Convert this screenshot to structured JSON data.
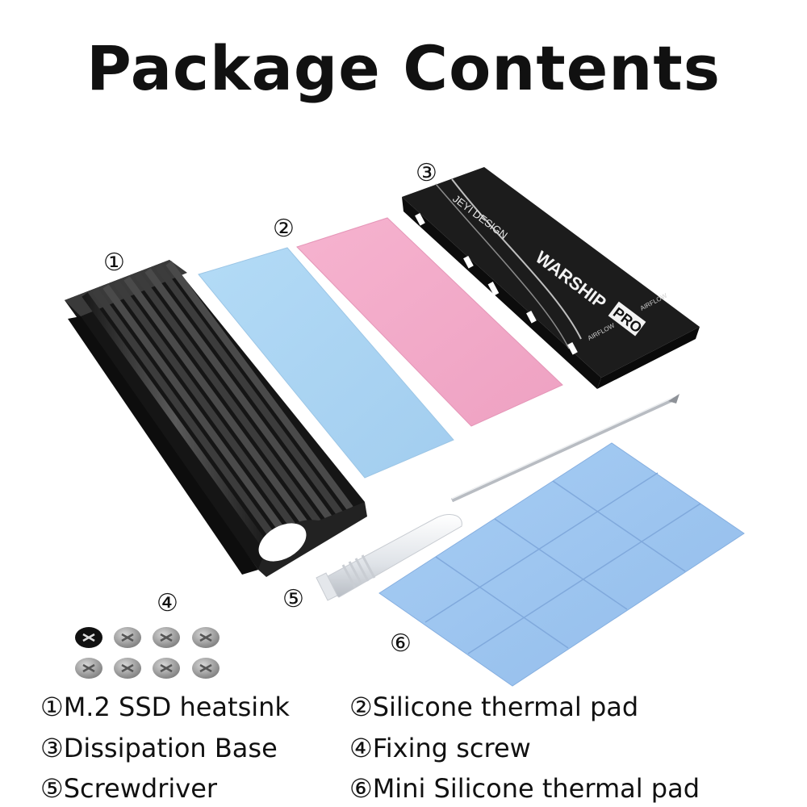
{
  "title": "Package Contents",
  "markers": {
    "m1": "①",
    "m2": "②",
    "m3": "③",
    "m4": "④",
    "m5": "⑤",
    "m6": "⑥"
  },
  "base_print": {
    "brand": "JEYI DESIGN",
    "model": "WARSHIP",
    "model_badge": "PRO",
    "arrow_label_1": "AIRFLOW",
    "arrow_label_2": "AIRFLOW"
  },
  "legend": [
    "①M.2 SSD heatsink",
    "②Silicone thermal pad",
    "③Dissipation Base",
    "④Fixing screw",
    "⑤Screwdriver",
    "⑥Mini Silicone thermal pad"
  ],
  "colors": {
    "heatsink": "#2b2b2b",
    "blue_pad": "#a8d4f2",
    "pink_pad": "#f3a9c8",
    "base": "#1e1e1e",
    "mini_pad": "#9ec5f0",
    "screw": "#9a9a9a"
  }
}
